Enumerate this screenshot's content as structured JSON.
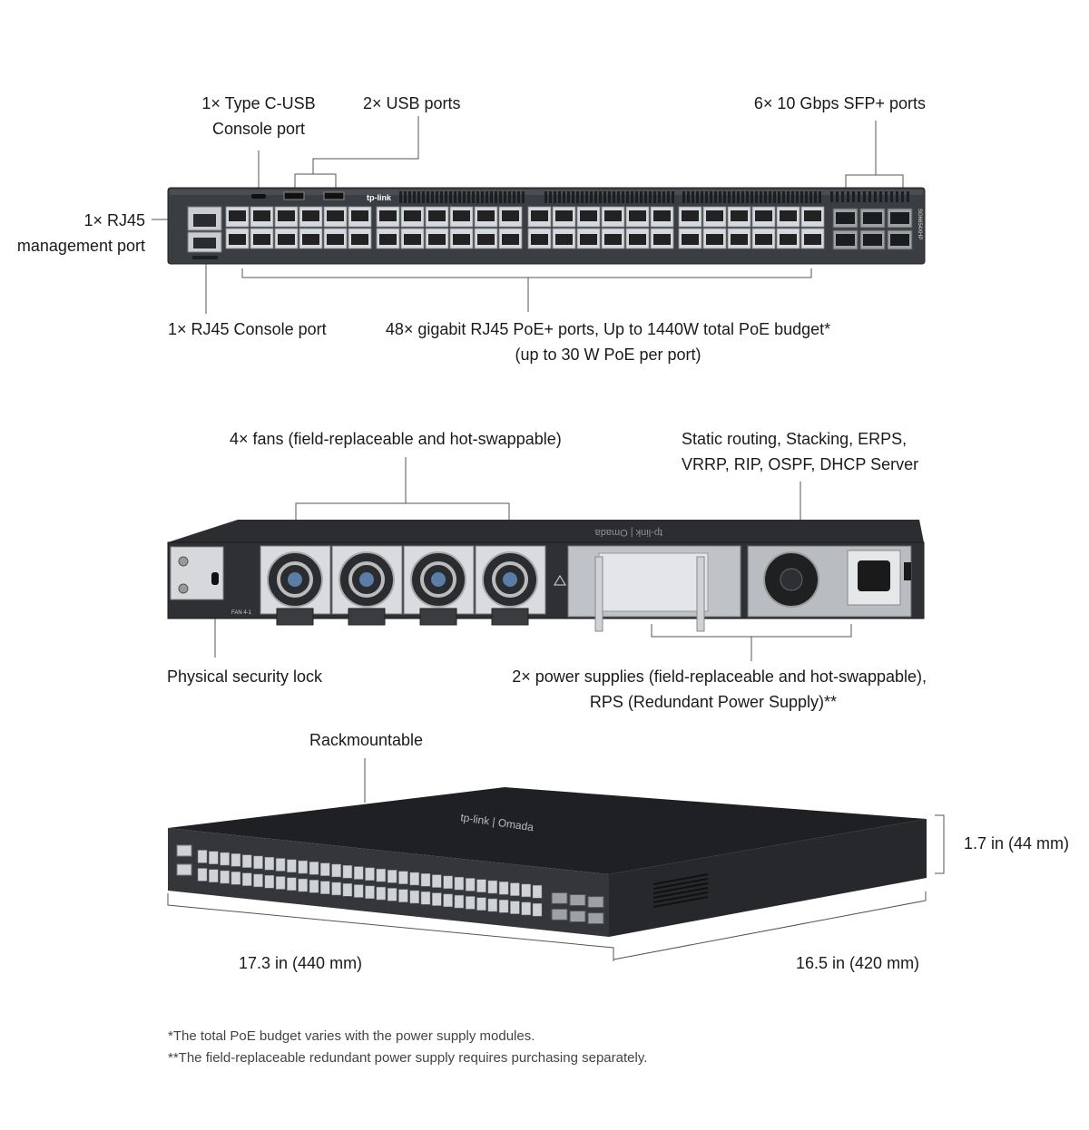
{
  "front": {
    "usb_c": [
      "1× Type C-USB",
      "Console port"
    ],
    "usb": "2× USB ports",
    "sfp": "6× 10 Gbps SFP+ ports",
    "mgmt": [
      "1× RJ45",
      "management port"
    ],
    "console": "1× RJ45 Console port",
    "rj45": [
      "48× gigabit RJ45 PoE+ ports, Up to 1440W total PoE budget*",
      "(up to 30 W PoE per port)"
    ],
    "brand": "tp-link",
    "model": "SG6654XHP"
  },
  "rear": {
    "fans": "4× fans (field-replaceable and hot-swappable)",
    "features": [
      "Static routing, Stacking, ERPS,",
      "VRRP, RIP, OSPF, DHCP Server"
    ],
    "lock": "Physical security lock",
    "psu": [
      "2× power supplies (field-replaceable and hot-swappable),",
      "RPS (Redundant Power Supply)**"
    ],
    "fan_tag": "FAN 4-1",
    "brand": "tp-link | Omada"
  },
  "iso": {
    "rack": "Rackmountable",
    "height": "1.7 in (44 mm)",
    "width": "17.3 in (440 mm)",
    "depth": "16.5 in (420 mm)",
    "brand": "tp-link | Omada"
  },
  "footnotes": [
    "*The total PoE budget varies with the power supply modules.",
    "**The field-replaceable redundant power supply requires purchasing separately."
  ]
}
